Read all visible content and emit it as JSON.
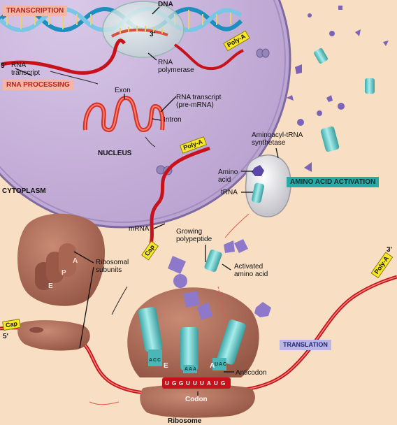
{
  "labels": {
    "transcription": "TRANSCRIPTION",
    "dna": "DNA",
    "three_prime_top": "3'",
    "five_prime_left": "5'",
    "rna_transcript": "RNA\ntranscript",
    "rna_polymerase": "RNA\npolymerase",
    "rna_processing": "RNA PROCESSING",
    "exon": "Exon",
    "rna_transcript_pre": "RNA transcript\n(pre-mRNA)",
    "intron": "Intron",
    "nucleus": "NUCLEUS",
    "cytoplasm": "CYTOPLASM",
    "aminoacyl_trna_synthetase": "Aminoacyl-tRNA\nsynthetase",
    "amino_acid": "Amino\nacid",
    "trna": "tRNA",
    "amino_acid_activation": "AMINO ACID ACTIVATION",
    "mrna": "mRNA",
    "growing_polypeptide": "Growing\npolypeptide",
    "activated_amino_acid": "Activated\namino acid",
    "ribosomal_subunits": "Ribosomal\nsubunits",
    "cap_left": "Cap",
    "cap_mid": "Cap",
    "five_prime_bottom": "5'",
    "three_prime_right": "3'",
    "translation": "TRANSLATION",
    "anticodon": "Anticodon",
    "codon": "Codon",
    "ribosome": "Ribosome",
    "site_e_small": "E",
    "site_p_small": "P",
    "site_a_small": "A",
    "site_e_big": "E",
    "site_a_big": "A",
    "poly_a_top": "Poly-A",
    "poly_a_mid": "Poly-A",
    "poly_a_right": "Poly-A"
  },
  "codon_sequence": [
    "U",
    "G",
    "G",
    "U",
    "U",
    "U",
    "A",
    "U",
    "G"
  ],
  "anticodons": {
    "left": [
      "A",
      "C",
      "C"
    ],
    "middle": [
      "A",
      "A",
      "A"
    ],
    "right": [
      "U",
      "A",
      "C"
    ]
  },
  "colors": {
    "background": "#f8dfc4",
    "nucleus": "#c9b3dc",
    "mrna_red": "#c8121b",
    "dna_blue": "#1d8fbf",
    "trna_teal": "#6fcfcf",
    "ribosome_brown": "#b06c58",
    "amino_acid_purple": "#7a63b8",
    "label_bar_pink": "#f4b6a6",
    "label_bar_teal": "#28aaa8",
    "label_bar_lavender": "#b9b6e6"
  }
}
